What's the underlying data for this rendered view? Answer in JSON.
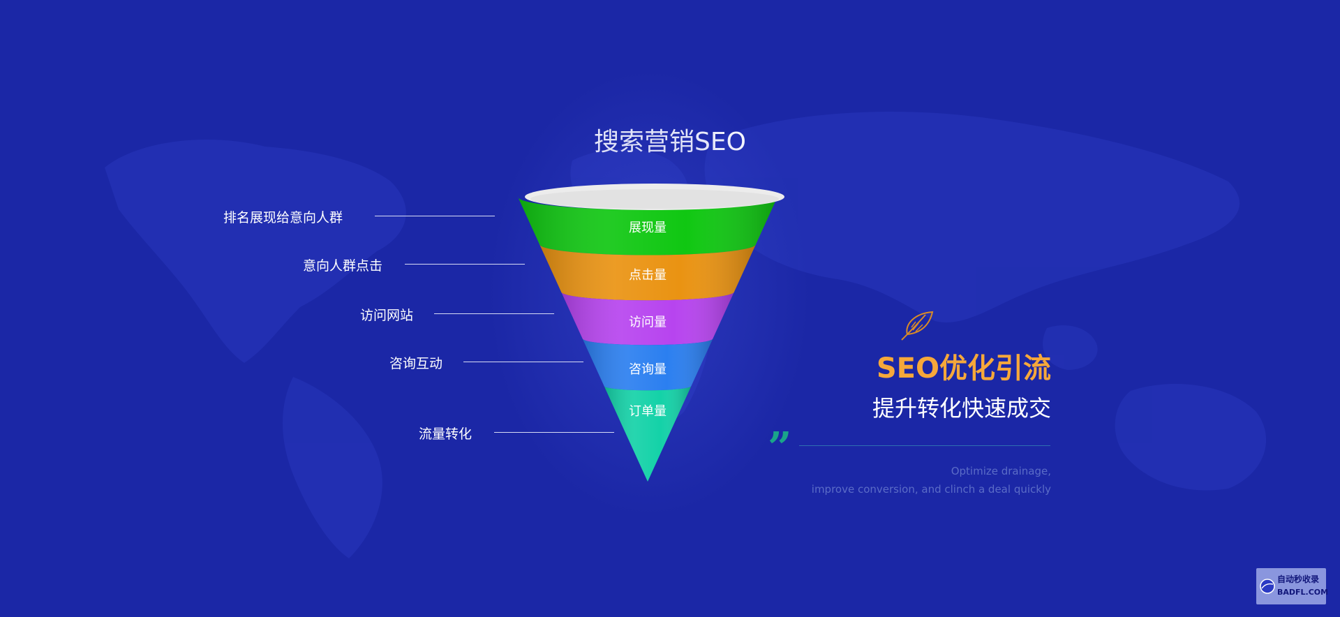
{
  "title": "搜索营销SEO",
  "funnel": {
    "stages": [
      {
        "label": "展现量",
        "color": "#10c712"
      },
      {
        "label": "点击量",
        "color": "#ea9312"
      },
      {
        "label": "访问量",
        "color": "#b744ef"
      },
      {
        "label": "咨询量",
        "color": "#2b7ff0"
      },
      {
        "label": "订单量",
        "color": "#14d2a8"
      }
    ],
    "rim_color": "#ececec"
  },
  "left_items": [
    {
      "text": "排名展现给意向人群"
    },
    {
      "text": "意向人群点击"
    },
    {
      "text": "访问网站"
    },
    {
      "text": "咨询互动"
    },
    {
      "text": "流量转化"
    }
  ],
  "highlight": {
    "title": "SEO优化引流",
    "subtitle": "提升转化快速成交",
    "en_lines": [
      "Optimize drainage,",
      "improve conversion, and clinch a deal quickly"
    ],
    "accent_color": "#f6a83a",
    "quote_color": "#1aa48a",
    "feather_icon": "feather-icon"
  },
  "watermark": {
    "cn": "自动秒收录",
    "en": "BADFL.COM"
  },
  "colors": {
    "background": "#1b27a6",
    "map": "#2230b3"
  }
}
